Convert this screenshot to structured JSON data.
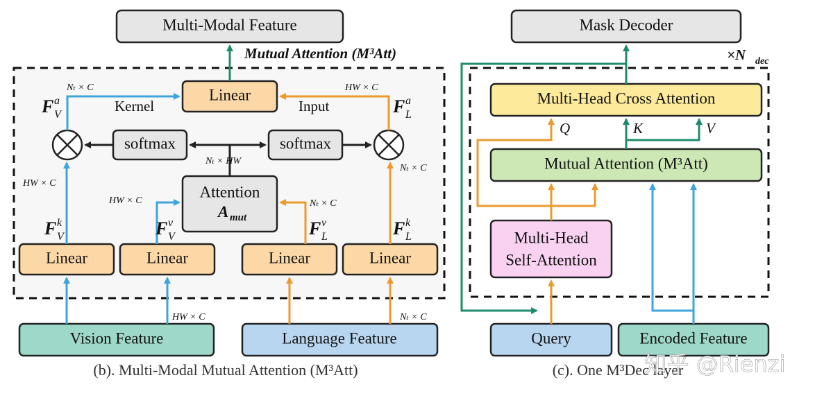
{
  "left": {
    "top_box": "Multi-Modal Feature",
    "module_title": "Mutual Attention (M³Att)",
    "linear": "Linear",
    "softmax": "softmax",
    "attention_line1": "Attention",
    "attention_line2": "A",
    "attention_sub": "mut",
    "kernel": "Kernel",
    "input": "Input",
    "vision": "Vision Feature",
    "language": "Language Feature",
    "dims": {
      "nt_c": "Nₜ × C",
      "hw_c": "HW × C",
      "nt_hw": "Nₜ × HW"
    },
    "feats": {
      "fva": "F",
      "fva_sup": "a",
      "fva_sub": "V",
      "fla_sup": "a",
      "fla_sub": "L",
      "fvk_sup": "k",
      "fvk_sub": "V",
      "fvv_sup": "v",
      "fvv_sub": "V",
      "flv_sup": "v",
      "flv_sub": "L",
      "flk_sup": "k",
      "flk_sub": "L"
    },
    "caption": "(b). Multi-Modal Mutual Attention (M³Att)"
  },
  "right": {
    "mask_decoder": "Mask Decoder",
    "repeat": "×N",
    "repeat_sub": "dec",
    "cross_attn": "Multi-Head Cross Attention",
    "mutual_attn": "Mutual Attention (M³Att)",
    "self_attn_1": "Multi-Head",
    "self_attn_2": "Self-Attention",
    "q": "Q",
    "k": "K",
    "v": "V",
    "query": "Query",
    "encoded": "Encoded Feature",
    "caption": "(c). One M³Dec layer",
    "watermark": "知乎 @Rienzi"
  },
  "colors": {
    "blue_arrow": "#3fa4da",
    "orange_arrow": "#ec9a2e",
    "green_arrow": "#1e8c6c"
  }
}
